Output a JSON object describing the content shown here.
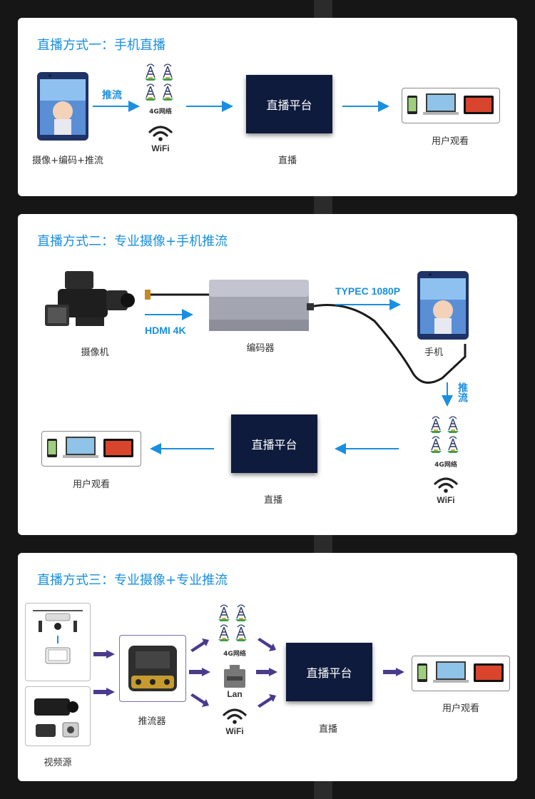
{
  "panel1": {
    "title": "直播方式一：手机直播",
    "arrow_label": "推流",
    "network_label": "4G网络",
    "wifi_label": "WiFi",
    "platform": "直播平台",
    "phone_caption": "摄像+编码+推流",
    "platform_caption": "直播",
    "viewer_caption": "用户观看"
  },
  "panel2": {
    "title": "直播方式二：专业摄像+手机推流",
    "hdmi_label": "HDMI 4K",
    "typec_label": "TYPEC 1080P",
    "camera_caption": "摄像机",
    "encoder_caption": "编码器",
    "phone_caption": "手机",
    "push_label": "推流",
    "network_label": "4G网络",
    "wifi_label": "WiFi",
    "platform": "直播平台",
    "platform_caption": "直播",
    "viewer_caption": "用户观看"
  },
  "panel3": {
    "title": "直播方式三：专业摄像+专业推流",
    "source_caption": "视频源",
    "pusher_caption": "推流器",
    "network_label": "4G网络",
    "lan_label": "Lan",
    "wifi_label": "WiFi",
    "platform": "直播平台",
    "platform_caption": "直播",
    "viewer_caption": "用户观看"
  },
  "colors": {
    "accent": "#1a8fe0",
    "platform_bg": "#0f1b3d",
    "arrow_purple": "#4b3b8c"
  }
}
